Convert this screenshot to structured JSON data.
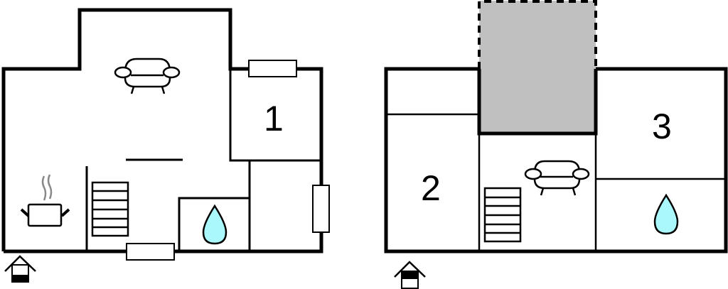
{
  "floorplans": [
    {
      "name": "ground-floor",
      "rooms": [
        {
          "label": "1",
          "type": "bedroom"
        },
        {
          "type": "living-room",
          "icon": "sofa-icon"
        },
        {
          "type": "kitchen",
          "icon": "cooking-pot-icon"
        },
        {
          "type": "bathroom",
          "icon": "water-drop-icon"
        },
        {
          "type": "utility"
        }
      ],
      "stairs": true,
      "entrance_icon": "house-entrance-ground-icon"
    },
    {
      "name": "upper-floor",
      "rooms": [
        {
          "label": "2",
          "type": "bedroom"
        },
        {
          "label": "3",
          "type": "bedroom"
        },
        {
          "type": "living-room",
          "icon": "sofa-icon"
        },
        {
          "type": "bathroom",
          "icon": "water-drop-icon"
        },
        {
          "type": "void",
          "fill": "#c0c0c0"
        }
      ],
      "stairs": true,
      "entrance_icon": "house-entrance-upper-icon"
    }
  ],
  "labels": {
    "room1": "1",
    "room2": "2",
    "room3": "3"
  },
  "colors": {
    "wall": "#000000",
    "water": "#aaf8fb",
    "void": "#c0c0c0",
    "steam": "#888888"
  }
}
